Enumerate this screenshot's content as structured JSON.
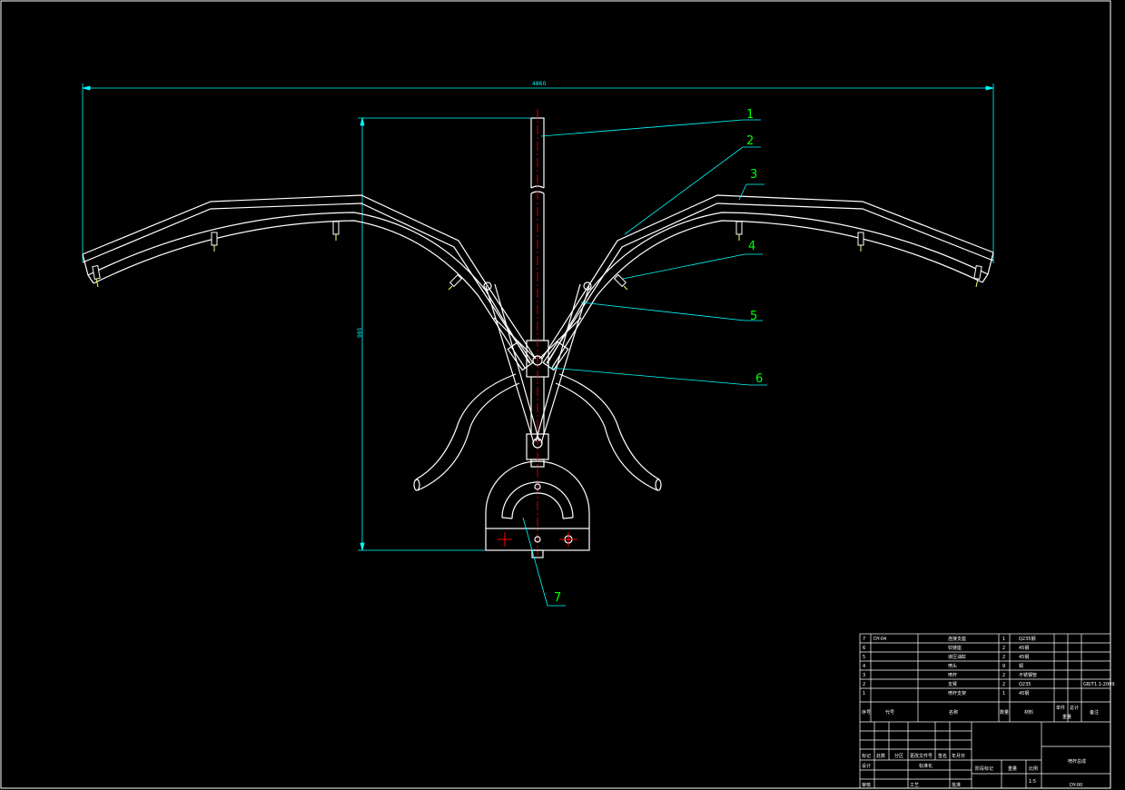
{
  "drawing": {
    "colors": {
      "background": "#000000",
      "outline": "#ffffff",
      "leader": "#00ffff",
      "label": "#00ff00",
      "centerline": "#ff0000",
      "nozzle": "#ffff66"
    },
    "dimensions": {
      "overall_width": "4860",
      "overall_height": "985"
    },
    "part_labels": [
      "1",
      "2",
      "3",
      "4",
      "5",
      "6",
      "7"
    ]
  },
  "title_block": {
    "bom_rows": [
      {
        "seq": "7",
        "code": "DY-04",
        "name": "连接支座",
        "qty": "1",
        "material": "Q235钢"
      },
      {
        "seq": "6",
        "code": "",
        "name": "铰链座",
        "qty": "2",
        "material": "45钢"
      },
      {
        "seq": "5",
        "code": "",
        "name": "液压油缸",
        "qty": "2",
        "material": "45钢"
      },
      {
        "seq": "4",
        "code": "",
        "name": "喷头",
        "qty": "9",
        "material": "铜"
      },
      {
        "seq": "3",
        "code": "",
        "name": "喷杆",
        "qty": "2",
        "material": "不锈钢管"
      },
      {
        "seq": "2",
        "code": "",
        "name": "支臂",
        "qty": "2",
        "material": "Q235"
      },
      {
        "seq": "1",
        "code": "",
        "name": "喷杆支架",
        "qty": "1",
        "material": "45钢"
      }
    ],
    "bom_extra": "GB/T1.1-2009",
    "bom_header": [
      "序号",
      "代号",
      "名称",
      "数量",
      "材料",
      "单件",
      "总计",
      "重量",
      "备注"
    ],
    "sign_labels": [
      "标记",
      "处数",
      "分区",
      "更改文件号",
      "签名",
      "年月日",
      "设计",
      "标准化",
      "审核",
      "工艺",
      "批准"
    ],
    "stage_labels": [
      "阶段标记",
      "重量",
      "比例"
    ],
    "scale": "1:5",
    "drawing_name": "喷杆总成",
    "drawing_number": "DY-00"
  }
}
